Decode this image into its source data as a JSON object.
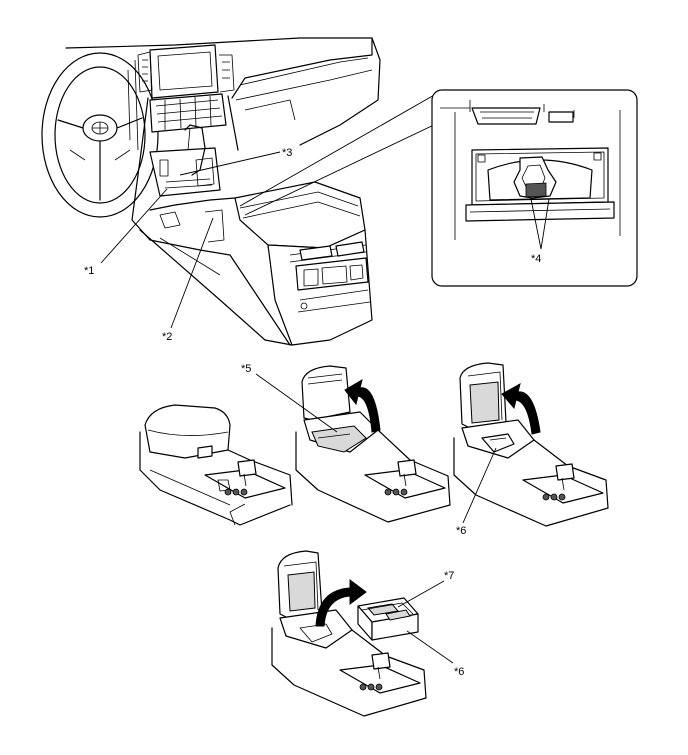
{
  "callouts": {
    "c1": "*1",
    "c2": "*2",
    "c3": "*3",
    "c4": "*4",
    "c5": "*5",
    "c6a": "*6",
    "c6b": "*6",
    "c7": "*7"
  },
  "colors": {
    "line": "#000000",
    "background": "#ffffff",
    "shade": "#d9d9d9"
  }
}
